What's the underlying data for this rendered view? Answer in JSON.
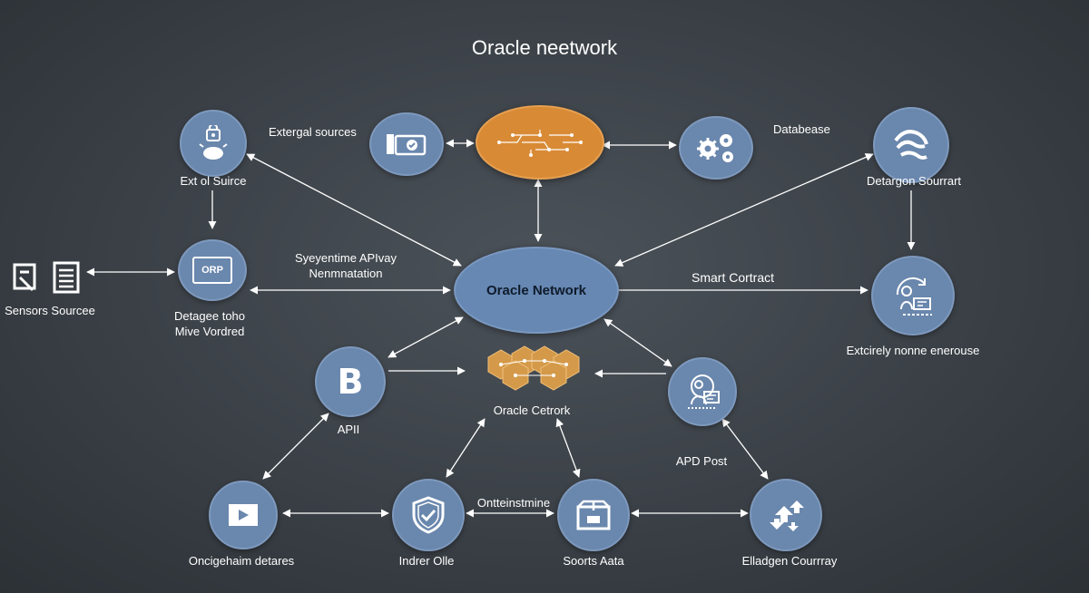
{
  "title": "Oracle neetwork",
  "hub": {
    "label": "Oracle Network"
  },
  "nodes": {
    "ext_source": {
      "label": "Ext ol Suirce",
      "icon": "lock-user-icon"
    },
    "ext_sources": {
      "label": "Extergal sources",
      "icon": "server-check-icon"
    },
    "chain": {
      "icon": "circuit-icon"
    },
    "database": {
      "label": "Databease",
      "icon": "gears-icon"
    },
    "detargon": {
      "label": "Detargon Sourrart",
      "icon": "wave-logo-icon"
    },
    "sensors": {
      "label": "Sensors Sourcee",
      "icon": "document-icon"
    },
    "orp": {
      "label_1": "Detagee toho",
      "label_2": "Mive Vordred",
      "chip_text": "ORP",
      "icon": "chip-icon"
    },
    "middle_text": {
      "line_1": "Syeyentime APIvay",
      "line_2": "Nenmnatation"
    },
    "smart_contract": {
      "label": "Smart Cortract"
    },
    "externally": {
      "label": "Extcirely nonne enerouse",
      "icon": "robot-icon"
    },
    "api": {
      "label": "APII",
      "icon": "bitcoin-icon",
      "glyph": "B"
    },
    "oracle_center": {
      "label": "Oracle Cetrork",
      "icon": "cubes-icon"
    },
    "apd": {
      "label": "APD Post",
      "icon": "user-card-icon"
    },
    "onchain": {
      "label": "Oncigehaim detares",
      "icon": "play-icon"
    },
    "indrer": {
      "label": "Indrer Olle",
      "icon": "shield-check-icon"
    },
    "ontein": {
      "label": "Ontteinstmine"
    },
    "sorts": {
      "label": "Soorts Aata",
      "icon": "box-icon"
    },
    "elladgen": {
      "label": "Elladgen Courrray",
      "icon": "arrows-icon"
    }
  },
  "colors": {
    "node": "#6a87ad",
    "hub": "#6688b3",
    "chain": "#d98a35",
    "cubes": "#d49a4a",
    "background": "#3a4046"
  }
}
